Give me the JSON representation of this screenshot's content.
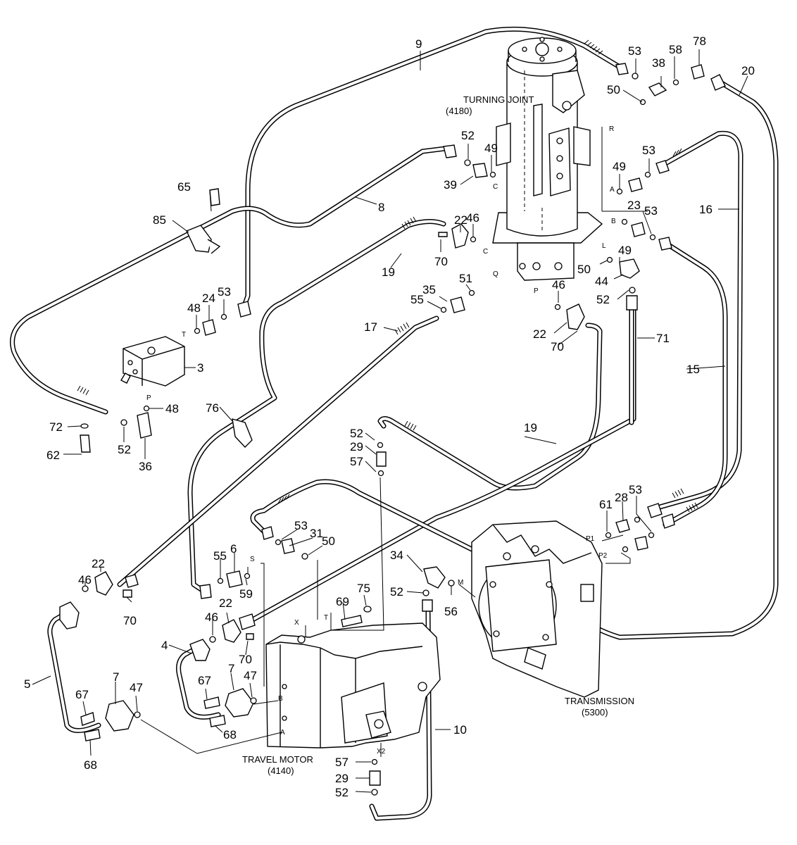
{
  "assemblies": {
    "turning_joint": {
      "name": "TURNING JOINT",
      "code": "(4180)"
    },
    "transmission": {
      "name": "TRANSMISSION",
      "code": "(5300)"
    },
    "travel_motor": {
      "name": "TRAVEL MOTOR",
      "code": "(4140)"
    }
  },
  "port_labels": {
    "R": "R",
    "A": "A",
    "B": "B",
    "C1": "C",
    "C2": "C",
    "L": "L",
    "Q": "Q",
    "P1tj": "P",
    "T": "T",
    "P": "P",
    "S": "S",
    "X": "X",
    "Tm": "T",
    "M": "M",
    "P1": "P1",
    "P2": "P2",
    "Bm": "B",
    "Am": "A",
    "X2": "X2"
  },
  "part_numbers": {
    "n9": "9",
    "n53a": "53",
    "n38": "38",
    "n58": "58",
    "n78": "78",
    "n20": "20",
    "n50a": "50",
    "n52a": "52",
    "n49a": "49",
    "n39": "39",
    "n53b": "53",
    "n49b": "49",
    "n65": "65",
    "n85": "85",
    "n8": "8",
    "n22a": "22",
    "n46a": "46",
    "n70a": "70",
    "n19a": "19",
    "n23": "23",
    "n53c": "53",
    "n16": "16",
    "n49c": "49",
    "n50b": "50",
    "n44": "44",
    "n52b": "52",
    "n51": "51",
    "n35": "35",
    "n55a": "55",
    "n46b": "46",
    "n48a": "48",
    "n24": "24",
    "n53d": "53",
    "n17": "17",
    "n22b": "22",
    "n70b": "70",
    "n71": "71",
    "n3": "3",
    "n15": "15",
    "n48b": "48",
    "n76": "76",
    "n72": "72",
    "n52c": "52",
    "n62": "62",
    "n36": "36",
    "n52d": "52",
    "n29a": "29",
    "n57a": "57",
    "n19b": "19",
    "n53e": "53",
    "n28": "28",
    "n61": "61",
    "n53f": "53",
    "n31": "31",
    "n50c": "50",
    "n22c": "22",
    "n55b": "55",
    "n6": "6",
    "n46c": "46",
    "n59": "59",
    "n70c": "70",
    "n34": "34",
    "n75": "75",
    "n52e": "52",
    "n69": "69",
    "n56": "56",
    "n22d": "22",
    "n46d": "46",
    "n70d": "70",
    "n4": "4",
    "n5": "5",
    "n7a": "7",
    "n67a": "67",
    "n47a": "47",
    "n68a": "68",
    "n7b": "7",
    "n67b": "67",
    "n47b": "47",
    "n68b": "68",
    "n10": "10",
    "n57b": "57",
    "n29b": "29",
    "n52f": "52"
  }
}
